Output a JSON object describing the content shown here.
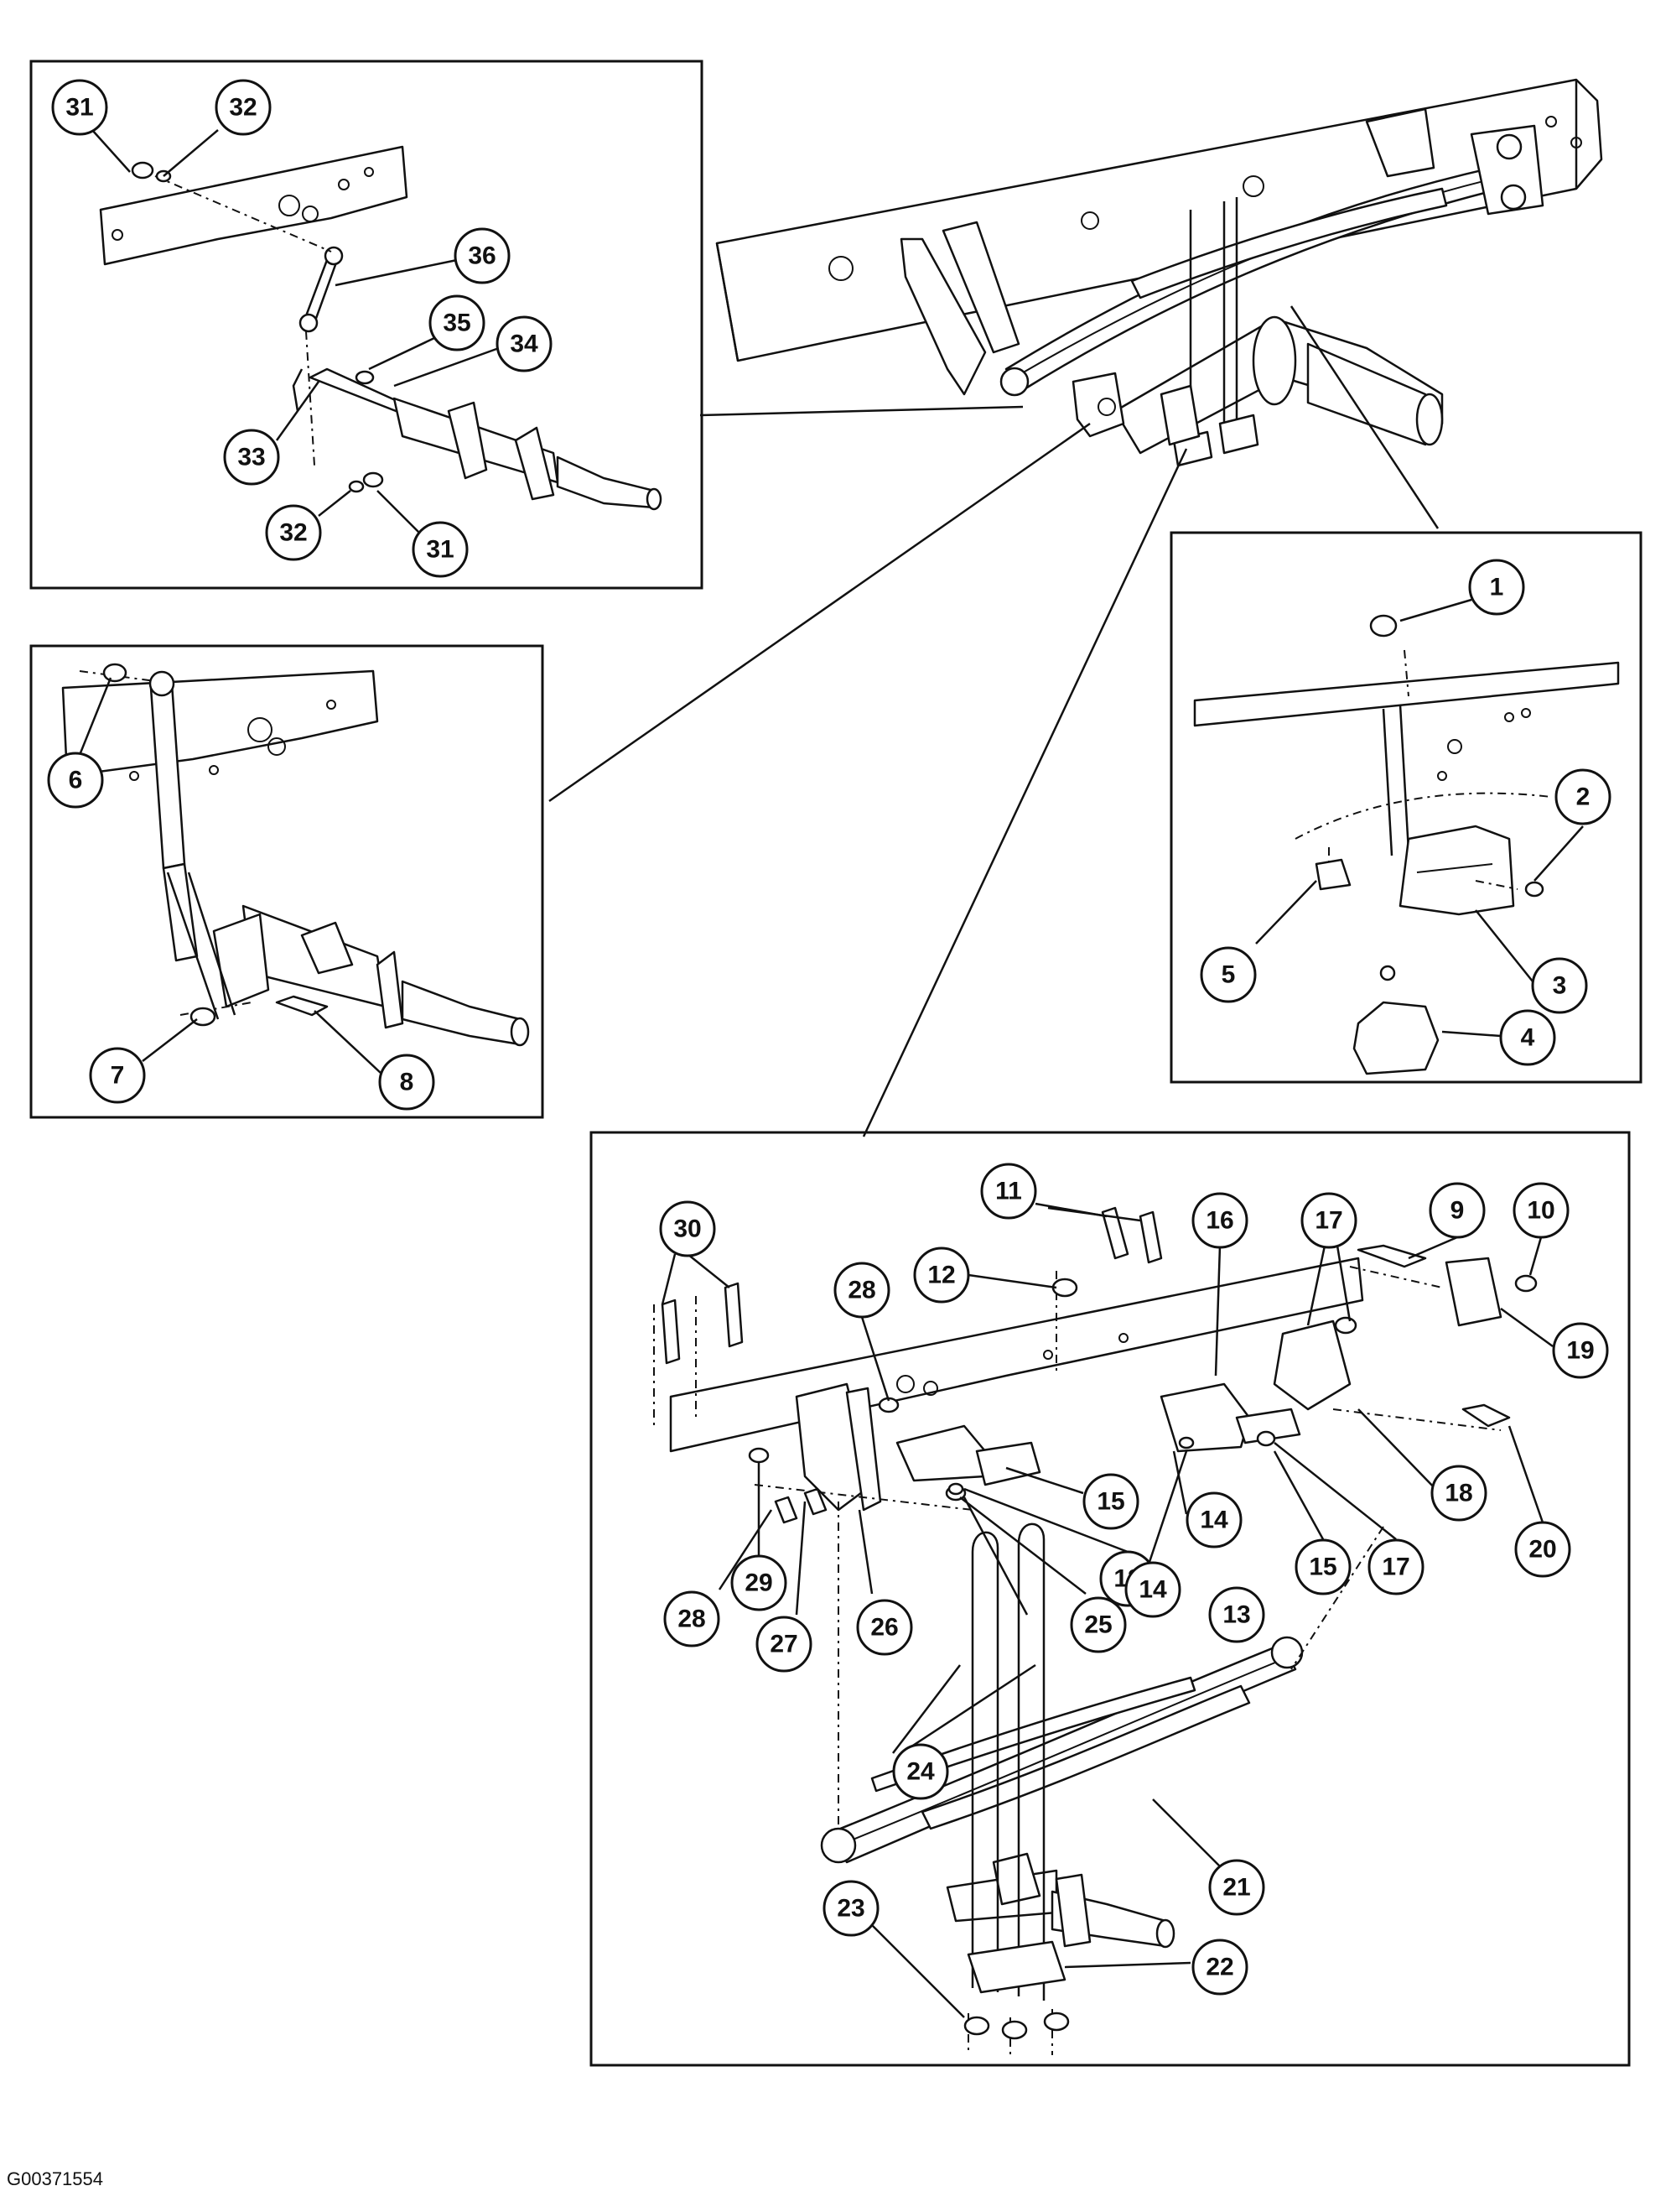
{
  "figure_id": "G00371554",
  "callouts": {
    "inset_sway_bar": [
      {
        "label": "31"
      },
      {
        "label": "32"
      },
      {
        "label": "36"
      },
      {
        "label": "35"
      },
      {
        "label": "34"
      },
      {
        "label": "33"
      },
      {
        "label": "32"
      },
      {
        "label": "31"
      }
    ],
    "inset_shock": [
      {
        "label": "6"
      },
      {
        "label": "7"
      },
      {
        "label": "8"
      }
    ],
    "inset_bumper": [
      {
        "label": "1"
      },
      {
        "label": "2"
      },
      {
        "label": "5"
      },
      {
        "label": "3"
      },
      {
        "label": "4"
      }
    ],
    "inset_spring": [
      {
        "label": "30"
      },
      {
        "label": "11"
      },
      {
        "label": "16"
      },
      {
        "label": "17"
      },
      {
        "label": "9"
      },
      {
        "label": "10"
      },
      {
        "label": "12"
      },
      {
        "label": "28"
      },
      {
        "label": "19"
      },
      {
        "label": "15"
      },
      {
        "label": "18"
      },
      {
        "label": "29"
      },
      {
        "label": "14"
      },
      {
        "label": "20"
      },
      {
        "label": "15"
      },
      {
        "label": "17"
      },
      {
        "label": "13"
      },
      {
        "label": "14"
      },
      {
        "label": "28"
      },
      {
        "label": "13"
      },
      {
        "label": "26"
      },
      {
        "label": "25"
      },
      {
        "label": "27"
      },
      {
        "label": "24"
      },
      {
        "label": "21"
      },
      {
        "label": "23"
      },
      {
        "label": "22"
      }
    ]
  }
}
